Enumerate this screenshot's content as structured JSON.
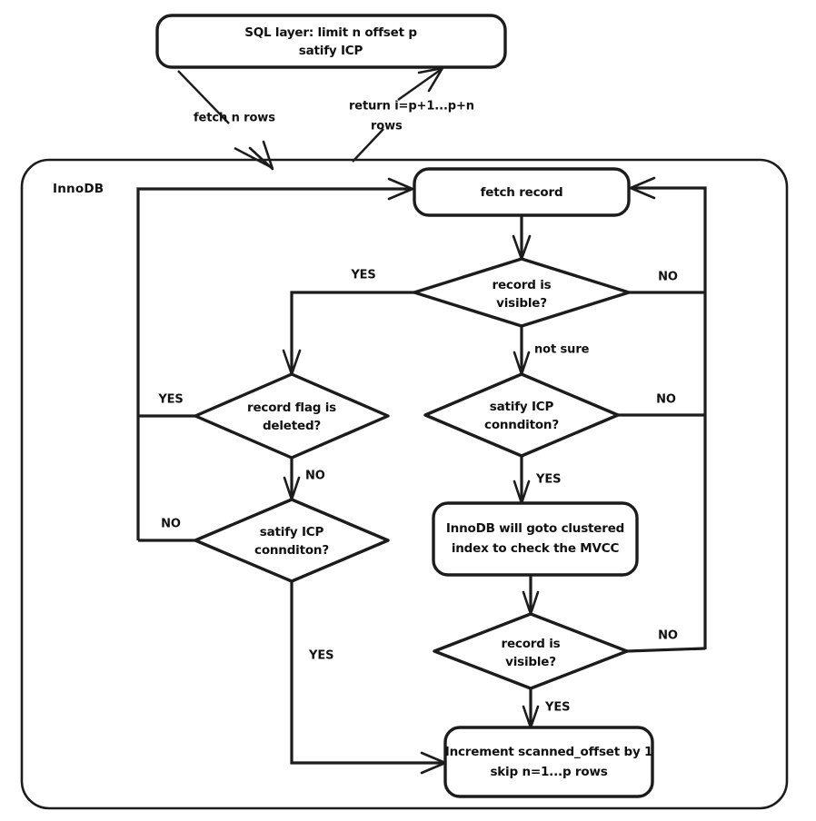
{
  "diagram": {
    "title": "InnoDB limit/offset record scan flow",
    "colors": {
      "stroke": "#1c1c1c",
      "fill": "#ffffff",
      "text": "#111111",
      "background": "#ffffff"
    }
  },
  "container": {
    "label": "InnoDB"
  },
  "nodes": {
    "sql_layer": {
      "line1": "SQL layer: limit n offset p",
      "line2": "satify ICP"
    },
    "fetch_record": {
      "line1": "fetch  record"
    },
    "record_visible_top": {
      "line1": "record is",
      "line2": "visible?"
    },
    "record_flag_deleted": {
      "line1": "record flag is",
      "line2": "deleted?"
    },
    "satify_icp_left": {
      "line1": "satify ICP",
      "line2": "connditon?"
    },
    "satify_icp_right": {
      "line1": "satify ICP",
      "line2": "connditon?"
    },
    "innodb_clustered": {
      "line1": "InnoDB will goto clustered",
      "line2": "index to check the MVCC"
    },
    "record_visible_bottom": {
      "line1": "record is",
      "line2": "visible?"
    },
    "increment_offset": {
      "line1": "Increment scanned_offset by 1",
      "line2": "skip n=1...p rows"
    }
  },
  "edge_labels": {
    "fetch_n_rows": "fetch n rows",
    "return_rows_line1": "return i=p+1...p+n",
    "return_rows_line2": "rows",
    "visible_top_yes": "YES",
    "visible_top_no": "NO",
    "visible_top_not_sure": "not sure",
    "flag_deleted_yes": "YES",
    "flag_deleted_no": "NO",
    "icp_left_no": "NO",
    "icp_left_yes": "YES",
    "icp_right_no": "NO",
    "icp_right_yes": "YES",
    "visible_bottom_no": "NO",
    "visible_bottom_yes": "YES"
  }
}
